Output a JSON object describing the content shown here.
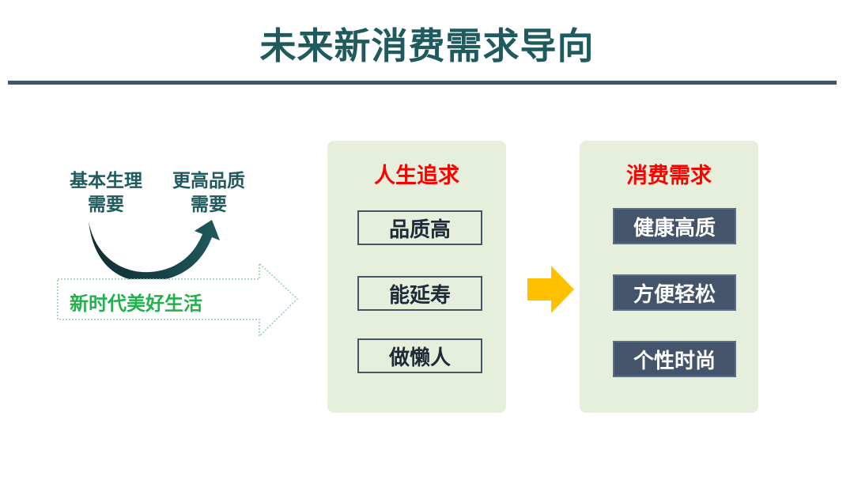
{
  "title": "未来新消费需求导向",
  "needs": {
    "basic": {
      "line1": "基本生理",
      "line2": "需要"
    },
    "higher": {
      "line1": "更高品质",
      "line2": "需要"
    }
  },
  "arrow_label": "新时代美好生活",
  "pursuit": {
    "heading": "人生追求",
    "items": [
      "品质高",
      "能延寿",
      "做懒人"
    ]
  },
  "demand": {
    "heading": "消费需求",
    "items": [
      "健康高质",
      "方便轻松",
      "个性时尚"
    ]
  },
  "colors": {
    "title": "#1f5a5e",
    "rule": "#44546a",
    "panel": "#e6efdb",
    "heading": "#ff0000",
    "green_text": "#22b14c",
    "connector_arrow": "#ffc000",
    "dark_box": "#44546a"
  }
}
